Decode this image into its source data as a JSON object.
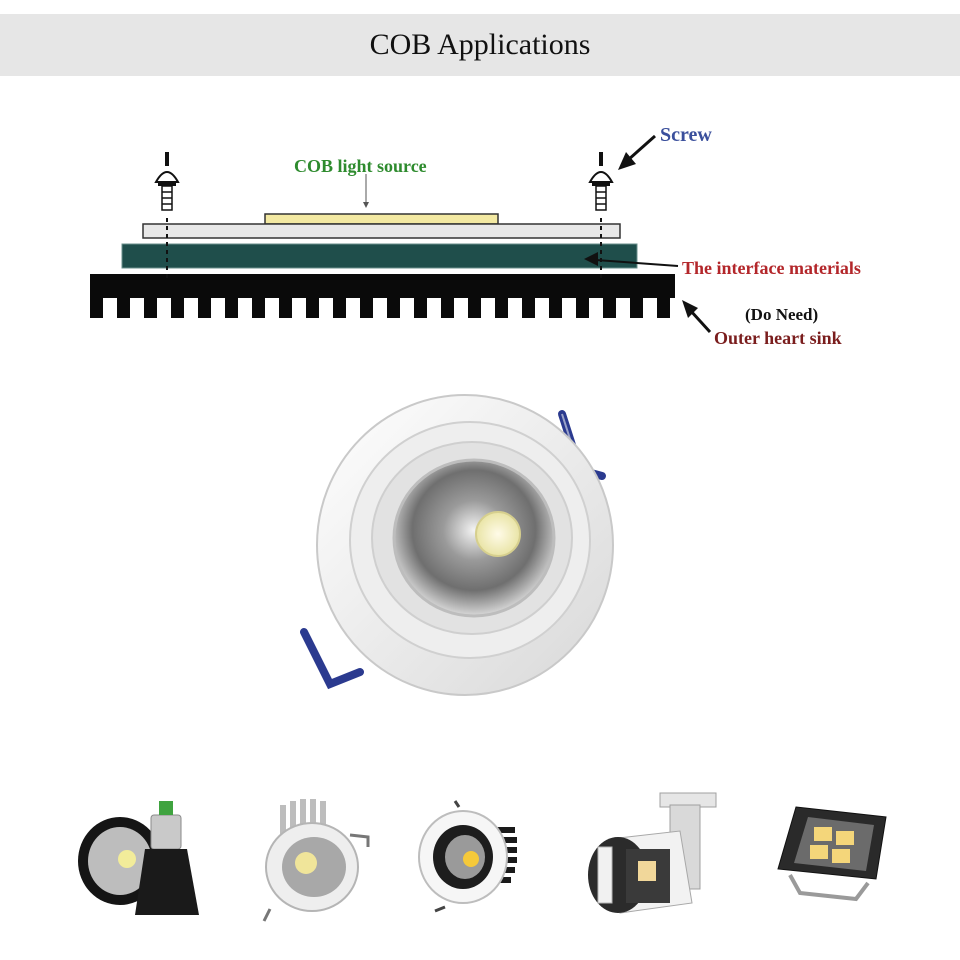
{
  "header": {
    "title": "COB Applications"
  },
  "diagram": {
    "labels": {
      "cob_light_source": "COB light source",
      "screw": "Screw",
      "interface_materials": "The interface materials",
      "do_need": "(Do Need)",
      "outer_heat_sink": "Outer heart sink"
    },
    "colors": {
      "cob_label": "#2e8b2e",
      "screw_label": "#3a4f9c",
      "interface_label": "#b3262a",
      "sink_label": "#7a1d1d",
      "interface_layer": "#1f4e4b",
      "cob_strip": "#f3e9a2",
      "heat_sink": "#0a0a0a"
    }
  },
  "products": [
    {
      "icon": "mr16-spotlight-icon"
    },
    {
      "icon": "recessed-spotlight-icon"
    },
    {
      "icon": "cob-downlight-icon"
    },
    {
      "icon": "track-light-icon"
    },
    {
      "icon": "floodlight-icon"
    }
  ]
}
